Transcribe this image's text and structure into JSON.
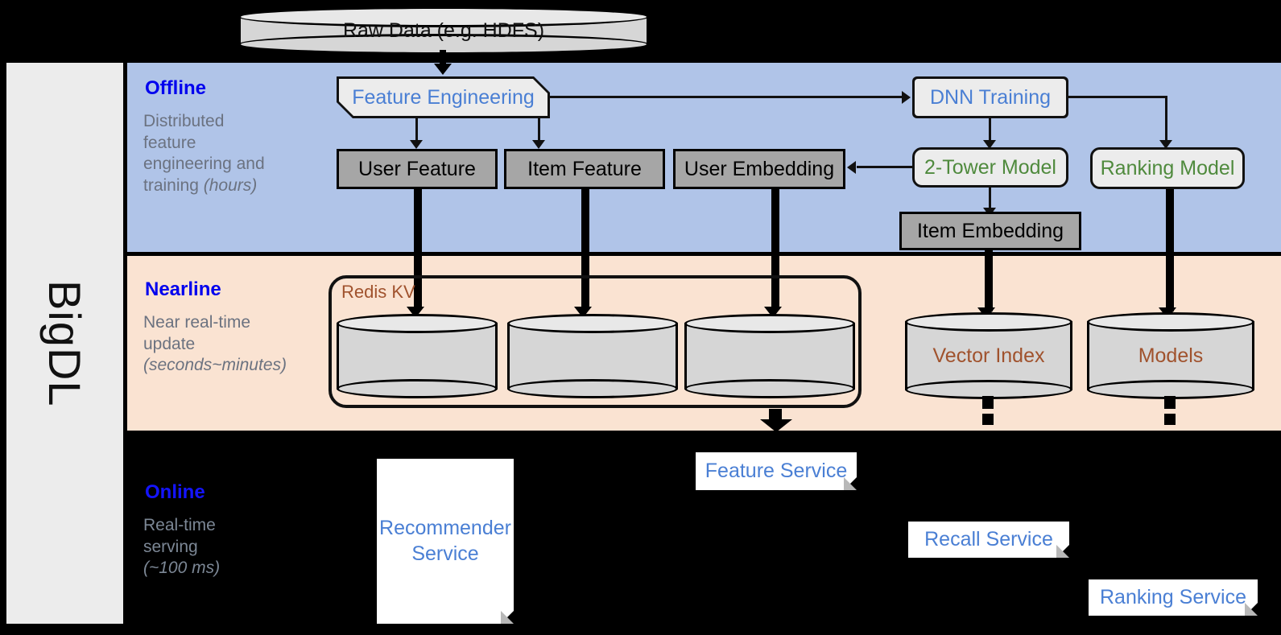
{
  "framework": {
    "name": "BigDL"
  },
  "top_store": {
    "label": "Raw Data (e.g. HDFS)"
  },
  "bands": {
    "offline": {
      "title": "Offline",
      "description_line1": "Distributed",
      "description_line2": "feature",
      "description_line3": "engineering and",
      "description_line4": "training ",
      "description_emphasis": "(hours)"
    },
    "nearline": {
      "title": "Nearline",
      "description_line1": "Near real-time",
      "description_line2": "update",
      "description_emphasis": "(seconds~minutes)"
    },
    "online": {
      "title": "Online",
      "description_line1": "Real-time",
      "description_line2": "serving",
      "description_emphasis": "(~100 ms)"
    }
  },
  "offline_nodes": {
    "feature_engineering": "Feature Engineering",
    "dnn_training": "DNN Training",
    "user_feature": "User Feature",
    "item_feature": "Item Feature",
    "user_embedding": "User Embedding",
    "two_tower_model": "2-Tower Model",
    "ranking_model": "Ranking Model",
    "item_embedding": "Item Embedding"
  },
  "nearline_nodes": {
    "redis_group_label": "Redis KV",
    "store_user_feature": "",
    "store_item_feature": "",
    "store_user_embedding": "",
    "vector_index": "Vector Index",
    "models": "Models"
  },
  "online_nodes": {
    "recommender_service": "Recommender\nService",
    "recommender_service_line1": "Recommender",
    "recommender_service_line2": "Service",
    "feature_service": "Feature Service",
    "recall_service": "Recall Service",
    "ranking_service": "Ranking Service"
  },
  "colors": {
    "offline_band": "#b0c4e8",
    "nearline_band": "#fae3d2",
    "online_band": "#000000",
    "sidepanel": "#ececec",
    "band_title": "#0000ee",
    "band_desc": "#6b7280",
    "blue_text": "#4a7fd4",
    "green_text": "#4f8a3d",
    "brown_text": "#a0522d",
    "gray_box": "#a6a6a6",
    "light_box": "#ececec"
  }
}
